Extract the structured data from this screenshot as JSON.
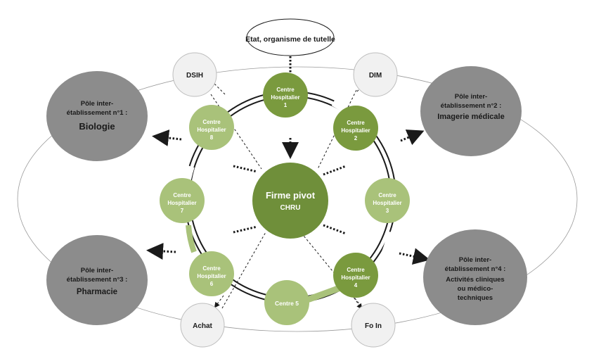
{
  "colors": {
    "hospital_dark": "#7a9a3e",
    "hospital_light": "#a9c27a",
    "pivot": "#6f8f3a",
    "pole": "#8c8c8c",
    "small_node": "#f1f1f1",
    "line": "#1a1a1a"
  },
  "top_label": "Etat, organisme de tutelle",
  "pivot": {
    "line1": "Firme pivot",
    "line2": "CHRU"
  },
  "hospitals": {
    "h1": {
      "l1": "Centre",
      "l2": "Hospitalier",
      "l3": "1"
    },
    "h2": {
      "l1": "Centre",
      "l2": "Hospitalier",
      "l3": "2"
    },
    "h3": {
      "l1": "Centre",
      "l2": "Hospitalier",
      "l3": "3"
    },
    "h4": {
      "l1": "Centre",
      "l2": "Hospitalier",
      "l3": "4"
    },
    "h5": {
      "l1": "Centre 5"
    },
    "h6": {
      "l1": "Centre",
      "l2": "Hospitalier",
      "l3": "6"
    },
    "h7": {
      "l1": "Centre",
      "l2": "Hospitalier",
      "l3": "7"
    },
    "h8": {
      "l1": "Centre",
      "l2": "Hospitalier",
      "l3": "8"
    }
  },
  "small_nodes": {
    "dsih": "DSIH",
    "dim": "DIM",
    "achat": "Achat",
    "foin": "Fo In"
  },
  "poles": {
    "p1": {
      "l1": "Pôle inter-",
      "l2": "établissement n°1 :",
      "l3": "Biologie"
    },
    "p2": {
      "l1": "Pôle inter-",
      "l2": "établissement n°2 :",
      "l3": "Imagerie médicale"
    },
    "p3": {
      "l1": "Pôle inter-",
      "l2": "établissement n°3 :",
      "l3": "Pharmacie"
    },
    "p4": {
      "l1": "Pôle inter-",
      "l2": "établissement n°4 :",
      "l3": "Activités cliniques",
      "l4": "ou médico-",
      "l5": "techniques"
    }
  }
}
